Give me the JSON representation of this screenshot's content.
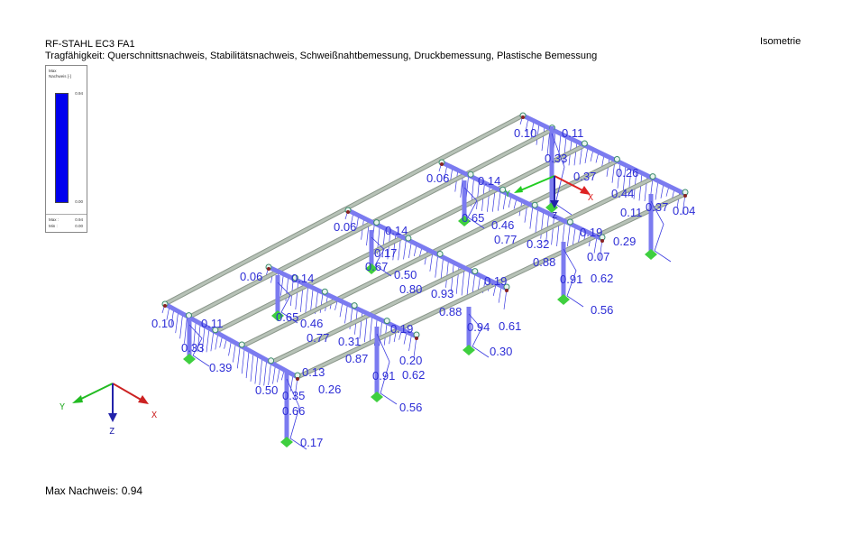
{
  "header": {
    "module": "RF-STAHL EC3 FA1",
    "subtitle": "Tragfähigkeit: Querschnittsnachweis, Stabilitätsnachweis, Schweißnahtbemessung, Druckbemessung, Plastische Bemessung",
    "view": "Isometrie"
  },
  "legend": {
    "title1": "Max",
    "title2": "Nachweis [-]",
    "scale_max": "0.94",
    "scale_min": "0.00",
    "max_label": "Max :",
    "max_value": "0.94",
    "min_label": "Min :",
    "min_value": "0.00",
    "bar_color": "#0000ee"
  },
  "axes": {
    "x": "X",
    "y": "Y",
    "z": "Z"
  },
  "footer": {
    "max_nachweis": "Max Nachweis: 0.94"
  },
  "colors": {
    "member": "#7b7bf0",
    "purlin": "#b7c2b7",
    "label": "#2d2dd6",
    "support": "#3fcf3f"
  },
  "labels": [
    "0.10",
    "0.11",
    "0.33",
    "0.37",
    "0.06",
    "0.14",
    "0.26",
    "0.44",
    "0.37",
    "0.04",
    "0.11",
    "0.65",
    "0.46",
    "0.77",
    "0.19",
    "0.29",
    "0.32",
    "0.07",
    "0.88",
    "0.06",
    "0.14",
    "0.17",
    "0.67",
    "0.91",
    "0.62",
    "0.50",
    "0.80",
    "0.93",
    "0.19",
    "0.56",
    "0.06",
    "0.14",
    "0.65",
    "0.88",
    "0.46",
    "0.94",
    "0.61",
    "0.77",
    "0.31",
    "0.19",
    "0.10",
    "0.11",
    "0.33",
    "0.30",
    "0.87",
    "0.20",
    "0.39",
    "0.13",
    "0.91",
    "0.62",
    "0.50",
    "0.35",
    "0.26",
    "0.66",
    "0.56",
    "0.17"
  ]
}
